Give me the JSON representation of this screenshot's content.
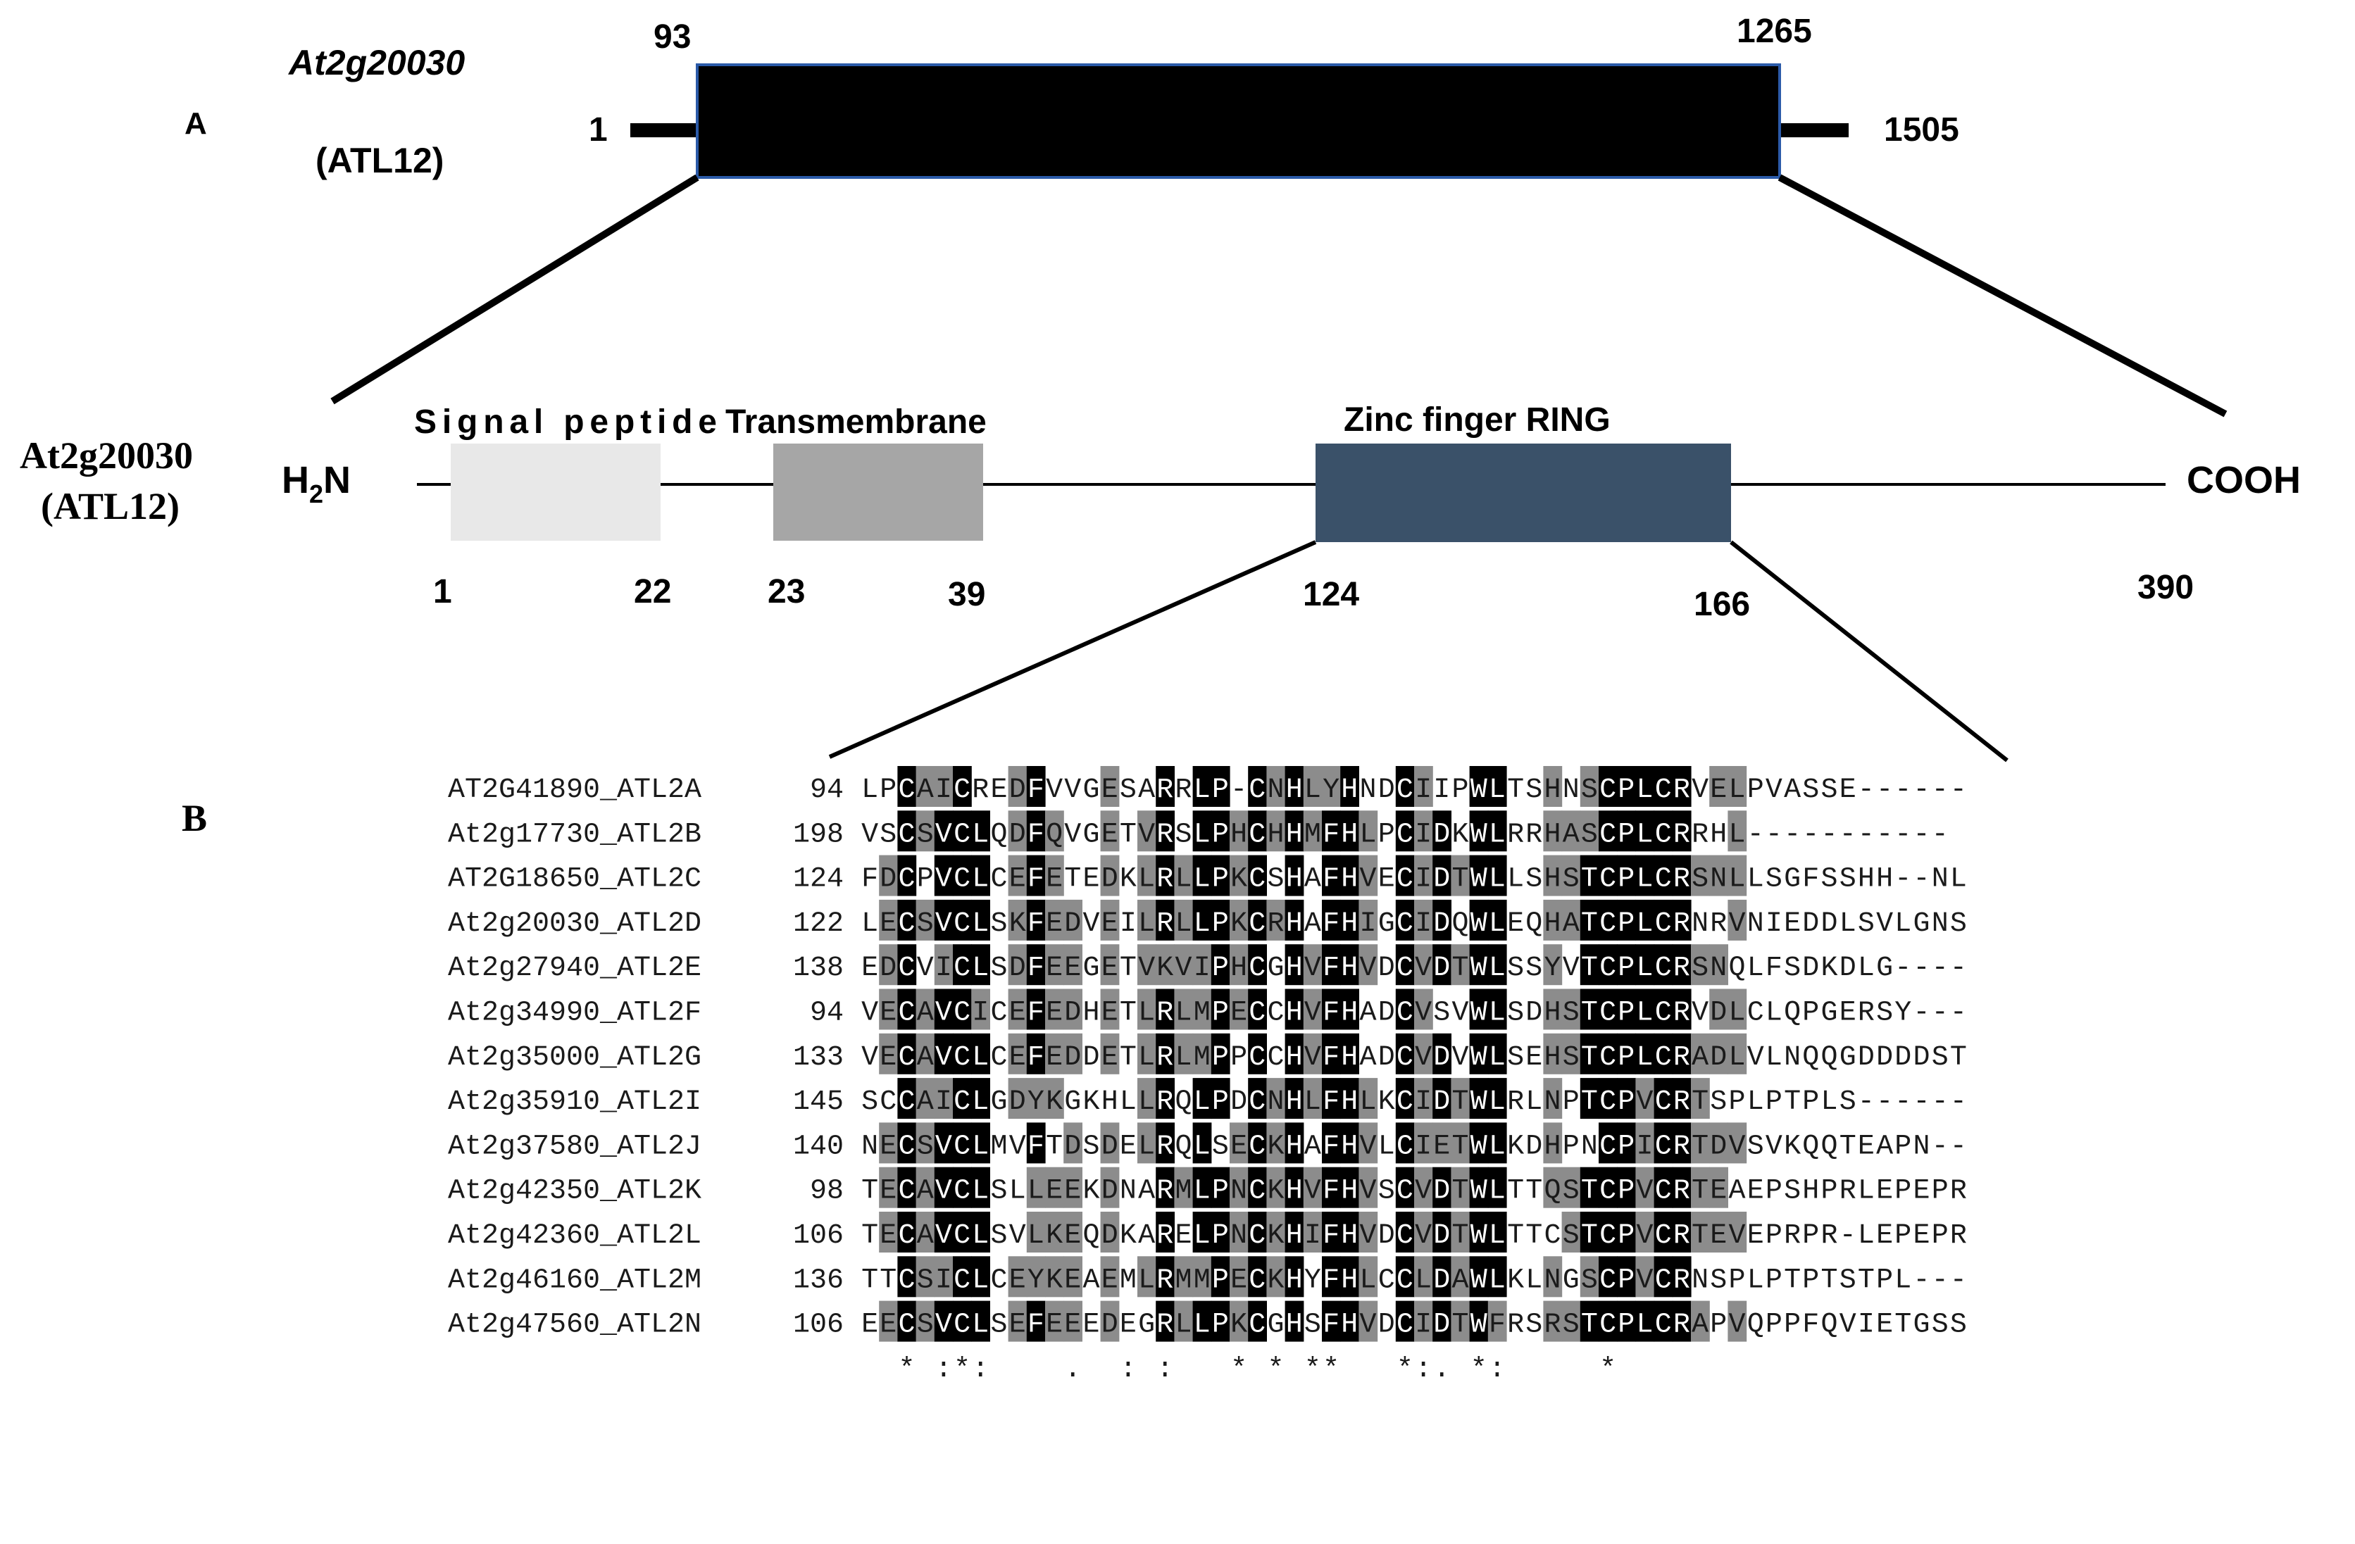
{
  "panel_a": {
    "label": "A",
    "gene_name": "At2g20030",
    "gene_alias": "(ATL12)",
    "gene_start": "1",
    "gene_end": "1505",
    "cds_start": "93",
    "cds_end": "1265"
  },
  "protein": {
    "name_line1": "At2g20030",
    "name_line2": "(ATL12)",
    "n_term_h": "H",
    "n_term_sub": "2",
    "n_term_n": "N",
    "c_term": "COOH",
    "domains": [
      {
        "label": "Signal peptide",
        "start": "1",
        "end": "22",
        "color": "#e8e8e8"
      },
      {
        "label": "Transmembrane",
        "start": "23",
        "end": "39",
        "color": "#a6a6a6"
      },
      {
        "label": "Zinc finger RING",
        "start": "124",
        "end": "166",
        "color": "#3a5169"
      }
    ],
    "length": "390"
  },
  "panel_b": {
    "label": "B",
    "sequences": [
      {
        "name": "AT2G41890_ATL2A",
        "start": "94",
        "seq": "LPCAICREDFVVGESARRLP-CNHLYHNDCIIPWLTSHNSCPLCRVELPVASSE------"
      },
      {
        "name": "At2g17730_ATL2B",
        "start": "198",
        "seq": "VSCSVCLQDFQVGETVRSLPHCHHMFHLPCIDKWLRRHASCPLCRRHL-----------"
      },
      {
        "name": "AT2G18650_ATL2C",
        "start": "124",
        "seq": "FDCPVCLCEFETEDKLRLLPKCSHAFHVECIDTWLLSHSTCPLCRSNLLSGFSSHH--NL"
      },
      {
        "name": "At2g20030_ATL2D",
        "start": "122",
        "seq": "LECSVCLSKFEDVEILRLLPKCRHAFHIGCIDQWLEQHATCPLCRNRVNIEDDLSVLGNS"
      },
      {
        "name": "At2g27940_ATL2E",
        "start": "138",
        "seq": "EDCVICLSDFEEGETVKVIPHCGHVFHVDCVDTWLSSYVTCPLCRSNQLFSDKDLG----"
      },
      {
        "name": "At2g34990_ATL2F",
        "start": "94",
        "seq": "VECAVCICEFEDHETLRLMPECCHVFHADCVSVWLSDHSTCPLCRVDLCLQPGERSY---"
      },
      {
        "name": "At2g35000_ATL2G",
        "start": "133",
        "seq": "VECAVCLCEFEDDETLRLMPPCCHVFHADCVDVWLSEHSTCPLCRADLVLNQQGDDDDST"
      },
      {
        "name": "At2g35910_ATL2I",
        "start": "145",
        "seq": "SCCAICLGDYKGKHLLRQLPDCNHLFHLKCIDTWLRLNPTCPVCRTSPLPTPLS------"
      },
      {
        "name": "At2g37580_ATL2J",
        "start": "140",
        "seq": "NECSVCLMVFTDSDELRQLSECKHAFHVLCIETWLKDHPNCPICRTDVSVKQQTEAPN--"
      },
      {
        "name": "At2g42350_ATL2K",
        "start": "98",
        "seq": "TECAVCLSLLEEKDNARMLPNCKHVFHVSCVDTWLTTQSTCPVCRTEAEPSHPRLEPEPR"
      },
      {
        "name": "At2g42360_ATL2L",
        "start": "106",
        "seq": "TECAVCLSVLKEQDKARELPNCKHIFHVDCVDTWLTTCSTCPVCRTEVEPRPR-LEPEPR"
      },
      {
        "name": "At2g46160_ATL2M",
        "start": "136",
        "seq": "TTCSICLCEYKEAEMLRMMPECKHYFHLCCLDAWLKLNGSCPVCRNSPLPTPTSTPL---"
      },
      {
        "name": "At2g47560_ATL2N",
        "start": "106",
        "seq": "EECSVCLSEFEEEDEGRLLPKCGHSFHVDCIDTWFRSRSTCPLCRAPVQPPFQVIETGSS"
      }
    ],
    "consensus": "  * :*:    .  : :   * * **   *:. *:     *               "
  },
  "colors": {
    "identical": "#000000",
    "similar": "#8c8c8c",
    "text": "#1a1a1a",
    "gene_bar": "#000000",
    "gene_bar_border": "#2b5aa8"
  }
}
